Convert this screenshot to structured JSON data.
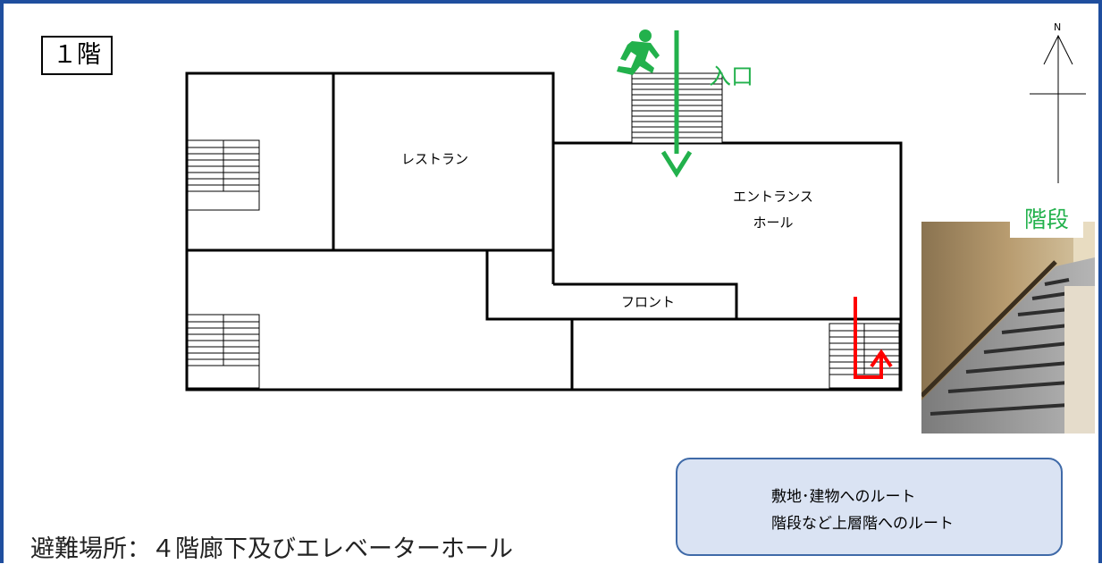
{
  "floor_label": "１階",
  "rooms": {
    "restaurant": "レストラン",
    "entrance_hall_line1": "エントランス",
    "entrance_hall_line2": "ホール",
    "front": "フロント"
  },
  "entrance_label": "入口",
  "compass_label": "N",
  "stairs_photo_label": "階段",
  "legend": {
    "green_label": "敷地･建物へのルート",
    "red_label": "階段など上層階へのルート"
  },
  "shelter_text": "避難場所：４階廊下及びエレベーターホール",
  "colors": {
    "border_blue": "#1f4e9e",
    "route_green": "#22b14c",
    "route_red": "#ff0000",
    "legend_bg": "#dae3f3"
  }
}
